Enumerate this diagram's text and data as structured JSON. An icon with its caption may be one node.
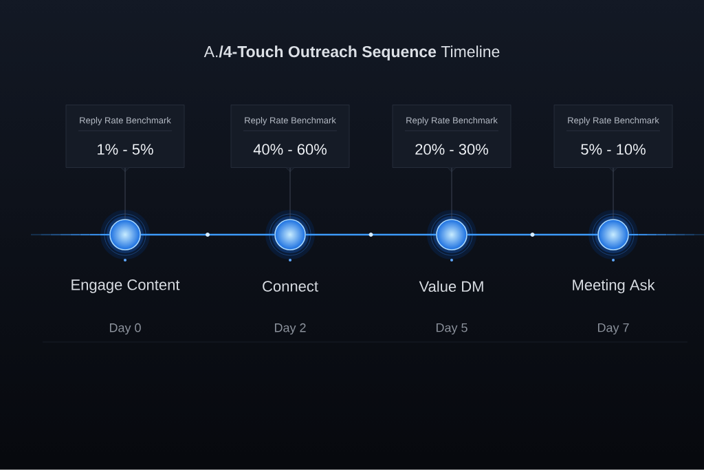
{
  "diagram": {
    "title": "A.**/4-Touch Outreach Sequence** Timeline",
    "nodes": [
      {
        "text": [
          "Reply Rate Benchmark",
          "1% - 5%"
        ]
      },
      {
        "text": [
          "Reply Rate Benchmark",
          "40% - 60%"
        ]
      },
      {
        "text": [
          "Reply Rate Benchmark",
          "20% - 30%"
        ]
      },
      {
        "text": [
          "Reply Rate Benchmark",
          "5% - 10%"
        ]
      },
      {
        "text": [
          "Engage Content"
        ]
      },
      {
        "text": [
          "Connect"
        ]
      },
      {
        "text": [
          "Value DM"
        ]
      },
      {
        "text": [
          "Meeting Ask"
        ]
      }
    ],
    "edges": [
      {
        "from": 0,
        "to": 4,
        "arrow": "none"
      },
      {
        "from": 1,
        "to": 5,
        "arrow": "none"
      },
      {
        "from": 2,
        "to": 6,
        "arrow": "none"
      },
      {
        "from": 3,
        "to": 7,
        "arrow": "none"
      },
      {
        "from": 4,
        "to": 5,
        "arrow": "none",
        "style": "thick",
        "color": "#3d9bff"
      },
      {
        "from": 5,
        "to": 6,
        "arrow": "none",
        "style": "thick",
        "color": "#3d9bff"
      },
      {
        "from": 6,
        "to": 7,
        "arrow": "none",
        "style": "thick",
        "color": "#3d9bff"
      }
    ],
    "labels": [
      "Day 0",
      "Day 2",
      "Day 5",
      "Day 7"
    ]
  }
}
